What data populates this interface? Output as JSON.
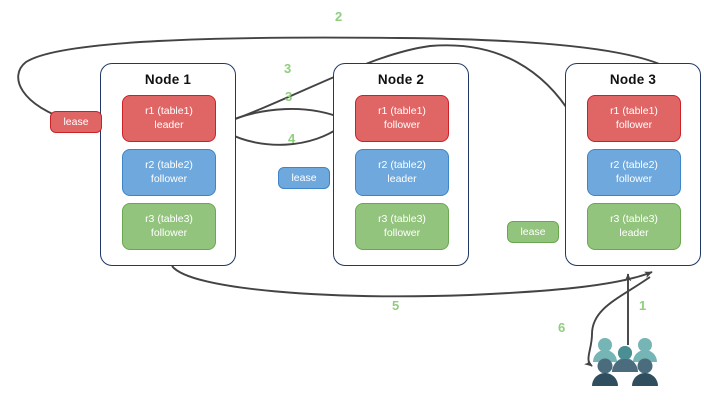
{
  "diagram": {
    "title": "Distributed lease / raft replica diagram",
    "colors": {
      "red_fill": "#e06666",
      "red_border": "#cc2127",
      "blue_fill": "#6fa8dc",
      "blue_border": "#3d85c6",
      "green_fill": "#93c47d",
      "green_border": "#6aa84f",
      "node_border": "#1f3864",
      "arrow": "#434343",
      "step_label": "#8fce7e",
      "people_light": "#76b5b5",
      "people_dark": "#36576b"
    }
  },
  "nodes": [
    {
      "title": "Node 1",
      "replicas": [
        {
          "name": "r1 (table1)",
          "role": "leader",
          "color": "red"
        },
        {
          "name": "r2 (table2)",
          "role": "follower",
          "color": "blue"
        },
        {
          "name": "r3 (table3)",
          "role": "follower",
          "color": "green"
        }
      ]
    },
    {
      "title": "Node 2",
      "replicas": [
        {
          "name": "r1 (table1)",
          "role": "follower",
          "color": "red"
        },
        {
          "name": "r2 (table2)",
          "role": "leader",
          "color": "blue"
        },
        {
          "name": "r3 (table3)",
          "role": "follower",
          "color": "green"
        }
      ]
    },
    {
      "title": "Node 3",
      "replicas": [
        {
          "name": "r1 (table1)",
          "role": "follower",
          "color": "red"
        },
        {
          "name": "r2 (table2)",
          "role": "follower",
          "color": "blue"
        },
        {
          "name": "r3 (table3)",
          "role": "leader",
          "color": "green"
        }
      ]
    }
  ],
  "leases": [
    {
      "label": "lease",
      "color": "red",
      "for": "r1-table1"
    },
    {
      "label": "lease",
      "color": "blue",
      "for": "r2-table2"
    },
    {
      "label": "lease",
      "color": "green",
      "for": "r3-table3"
    }
  ],
  "steps": [
    {
      "id": "1",
      "label": "1"
    },
    {
      "id": "2",
      "label": "2"
    },
    {
      "id": "3a",
      "label": "3"
    },
    {
      "id": "3b",
      "label": "3"
    },
    {
      "id": "4",
      "label": "4"
    },
    {
      "id": "5",
      "label": "5"
    },
    {
      "id": "6",
      "label": "6"
    }
  ],
  "actor": {
    "name": "users-group",
    "count": 5
  }
}
